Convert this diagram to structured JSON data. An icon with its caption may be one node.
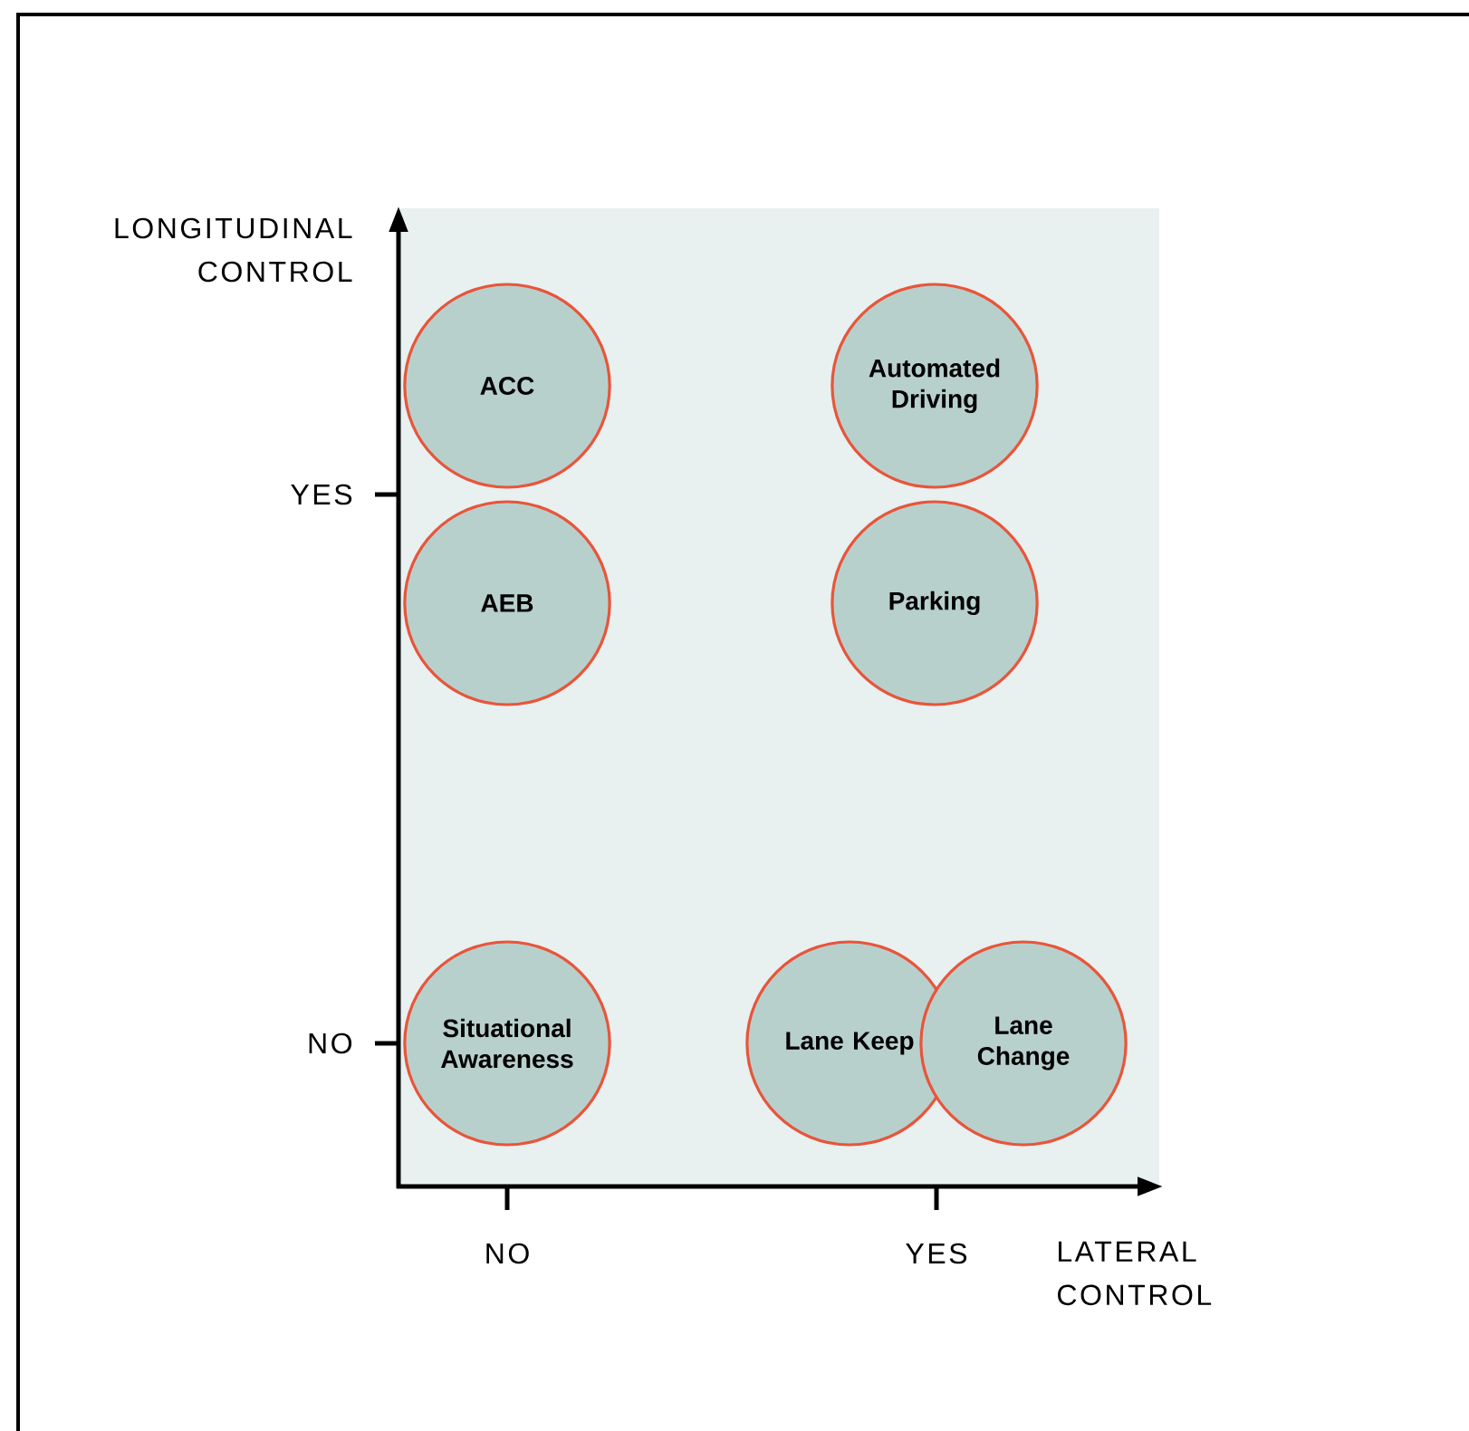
{
  "diagram": {
    "nodes": [
      {
        "text": [
          "ACC"
        ]
      },
      {
        "text": [
          "Automated Driving"
        ]
      },
      {
        "text": [
          "AEB"
        ]
      },
      {
        "text": [
          "Parking"
        ]
      },
      {
        "text": [
          "Situational Awareness"
        ]
      },
      {
        "text": [
          "Lane Keep"
        ]
      },
      {
        "text": [
          "Lane Change"
        ]
      }
    ],
    "labels": [
      "LONGITUDINAL CONTROL",
      "YES",
      "NO",
      "NO",
      "YES",
      "LATERAL CONTROL"
    ]
  }
}
